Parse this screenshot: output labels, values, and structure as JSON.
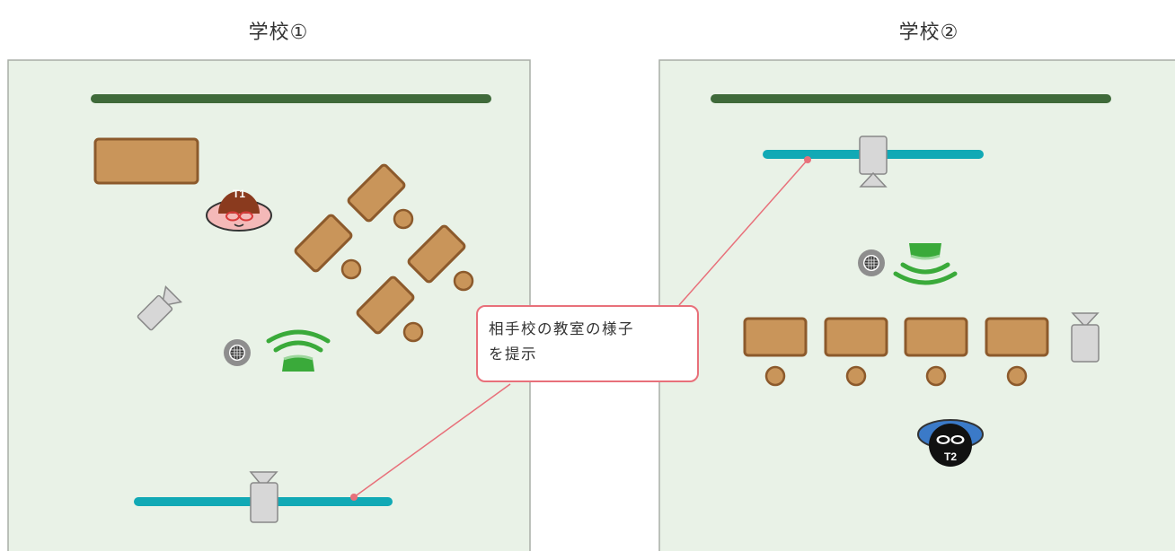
{
  "schools": [
    {
      "title": "学校①",
      "teacher_badge": "T1"
    },
    {
      "title": "学校②",
      "teacher_badge": "T2"
    }
  ],
  "callout": {
    "line1": "相手校の教室の様子",
    "line2": "を提示"
  },
  "colors": {
    "room_fill": "#e9f2e7",
    "room_border": "#a9aea7",
    "blackboard": "#3f6a3a",
    "desk": "#c9955a",
    "desk_border": "#8c5a2c",
    "screen": "#11a9b5",
    "device": "#d7d7d7",
    "wifi": "#3aaa3a",
    "leader_line": "#e8707a",
    "teacher1_hair": "#8a3a1e",
    "teacher1_face": "#f4b9b8",
    "teacher2_hair": "#3b7ac8",
    "teacher2_face": "#111111"
  },
  "icons": [
    "camera-icon",
    "microphone-icon",
    "speaker-wifi-icon",
    "projector-icon",
    "teacher-icon"
  ]
}
